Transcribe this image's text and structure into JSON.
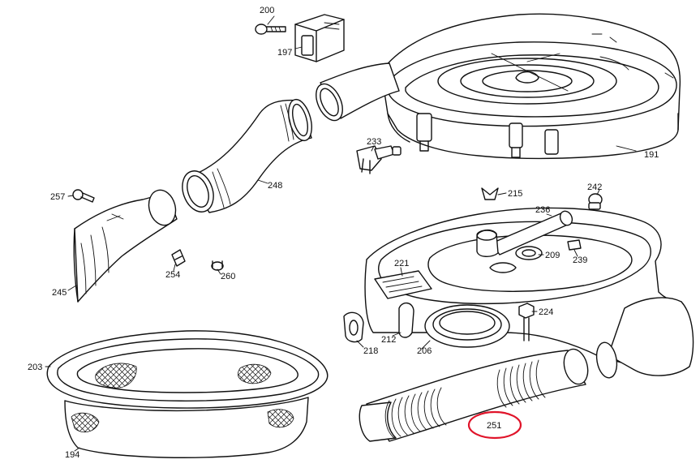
{
  "diagram": {
    "labels": {
      "p200": "200",
      "p197": "197",
      "p191": "191",
      "p233": "233",
      "p248": "248",
      "p257": "257",
      "p245": "245",
      "p254": "254",
      "p260": "260",
      "p215": "215",
      "p242": "242",
      "p236": "236",
      "p209": "209",
      "p239": "239",
      "p221": "221",
      "p224": "224",
      "p212": "212",
      "p218": "218",
      "p206": "206",
      "p203": "203",
      "p194": "194",
      "p251": "251"
    },
    "highlight_color": "#e0142a",
    "line_color": "#111111"
  }
}
